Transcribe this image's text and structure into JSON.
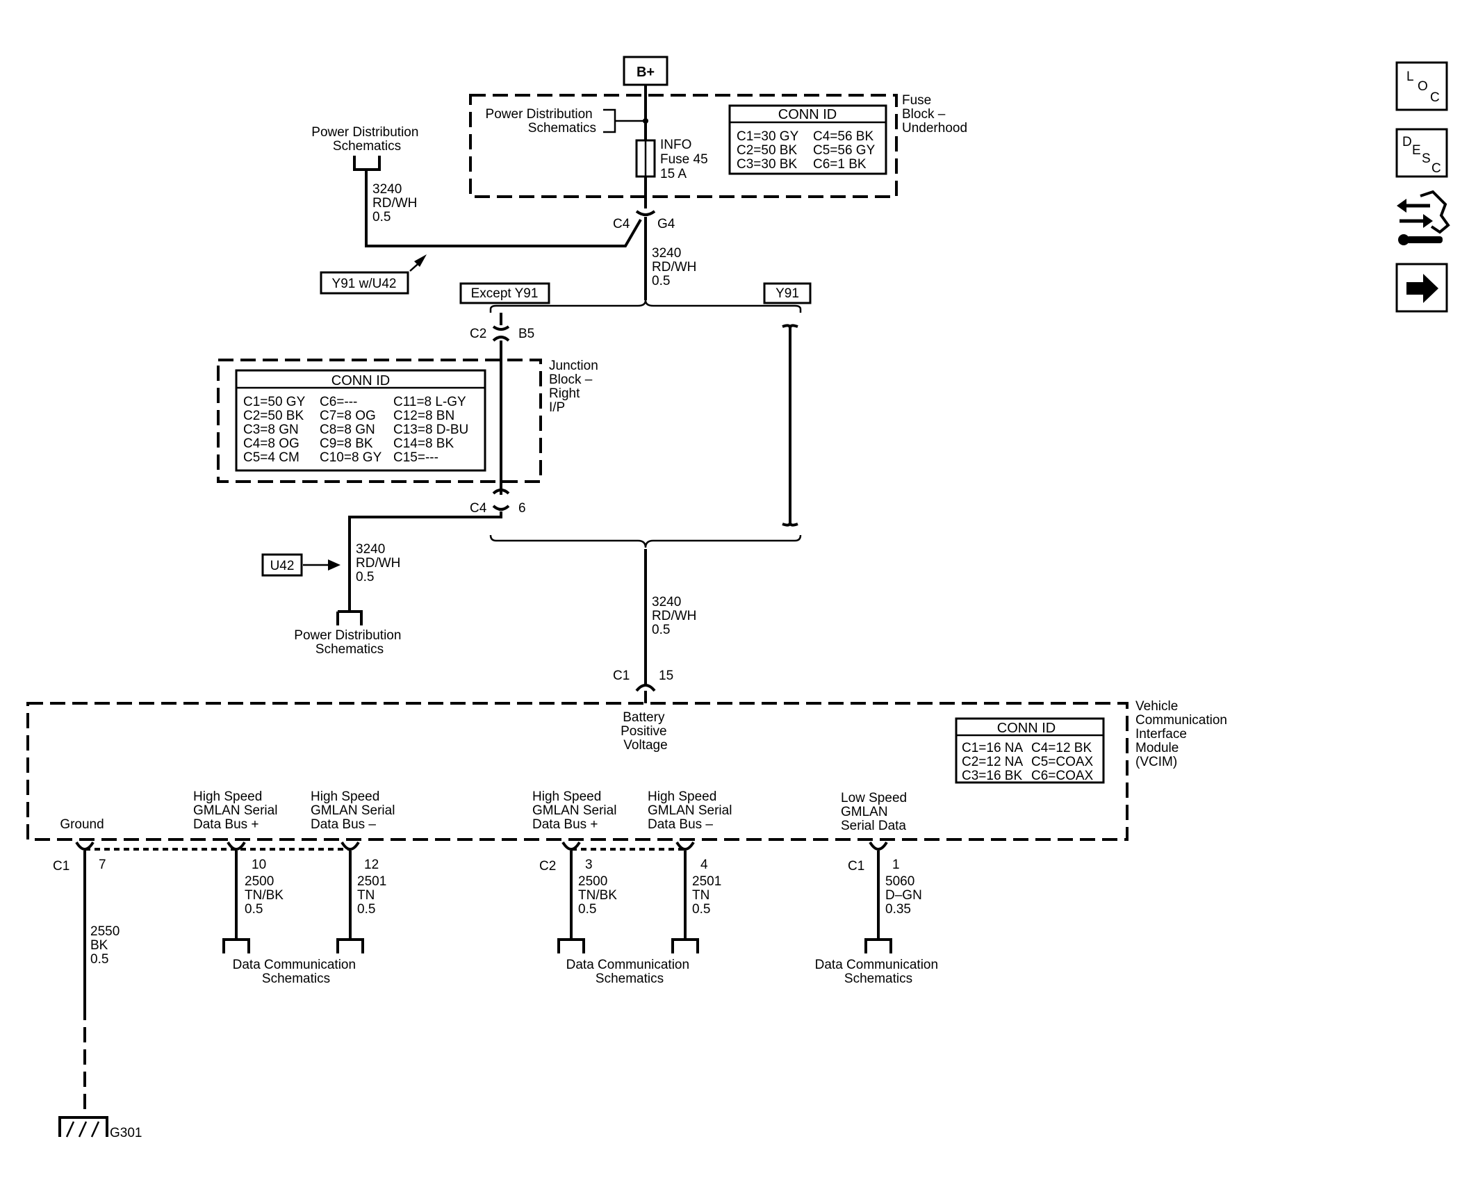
{
  "top": {
    "bplus": "B+",
    "power_dist_left": [
      "Power Distribution",
      "Schematics"
    ],
    "power_dist_inner": [
      "Power Distribution",
      "Schematics"
    ],
    "fuse_block_label": [
      "Fuse",
      "Block –",
      "Underhood"
    ],
    "fuse_info": [
      "INFO",
      "Fuse 45",
      "15 A"
    ],
    "wire_left": [
      "3240",
      "RD/WH",
      "0.5"
    ],
    "wire_mid": [
      "3240",
      "RD/WH",
      "0.5"
    ],
    "conn_c4": "C4",
    "conn_g4": "G4",
    "y91_u42": "Y91 w/U42",
    "except_y91": "Except Y91",
    "y91": "Y91"
  },
  "fuse_conn": {
    "title": "CONN ID",
    "rows": [
      [
        "C1=30 GY",
        "C4=56 BK"
      ],
      [
        "C2=50 BK",
        "C5=56 GY"
      ],
      [
        "C3=30 BK",
        "C6=1 BK"
      ]
    ]
  },
  "junction": {
    "label": [
      "Junction",
      "Block –",
      "Right",
      "I/P"
    ],
    "conn_c2": "C2",
    "conn_b5": "B5",
    "conn_c4": "C4",
    "conn_6": "6",
    "title": "CONN ID",
    "rows": [
      [
        "C1=50 GY",
        "C6=---",
        "C11=8 L-GY"
      ],
      [
        "C2=50 BK",
        "C7=8 OG",
        "C12=8 BN"
      ],
      [
        "C3=8 GN",
        "C8=8 GN",
        "C13=8 D-BU"
      ],
      [
        "C4=8 OG",
        "C9=8 BK",
        "C14=8 BK"
      ],
      [
        "C5=4 CM",
        "C10=8 GY",
        "C15=---"
      ]
    ]
  },
  "u42": {
    "tag": "U42",
    "wire": [
      "3240",
      "RD/WH",
      "0.5"
    ],
    "dest": [
      "Power Distribution",
      "Schematics"
    ]
  },
  "main_wire": [
    "3240",
    "RD/WH",
    "0.5"
  ],
  "vcim": {
    "conn_c1": "C1",
    "pin_15": "15",
    "battery": [
      "Battery",
      "Positive",
      "Voltage"
    ],
    "label": [
      "Vehicle",
      "Communication",
      "Interface",
      "Module",
      "(VCIM)"
    ],
    "conn_title": "CONN ID",
    "conn_rows": [
      [
        "C1=16 NA",
        "C4=12 BK"
      ],
      [
        "C2=12 NA",
        "C5=COAX"
      ],
      [
        "C3=16 BK",
        "C6=COAX"
      ]
    ],
    "pins": {
      "ground": {
        "name": [
          "Ground"
        ],
        "conn": "C1",
        "pin": "7",
        "wire": [
          "2550",
          "BK",
          "0.5"
        ]
      },
      "hs1_plus": {
        "name": [
          "High Speed",
          "GMLAN Serial",
          "Data Bus +"
        ],
        "pin": "10",
        "wire": [
          "2500",
          "TN/BK",
          "0.5"
        ]
      },
      "hs1_minus": {
        "name": [
          "High Speed",
          "GMLAN Serial",
          "Data Bus –"
        ],
        "pin": "12",
        "wire": [
          "2501",
          "TN",
          "0.5"
        ]
      },
      "hs2_plus": {
        "name": [
          "High Speed",
          "GMLAN Serial",
          "Data Bus +"
        ],
        "conn": "C2",
        "pin": "3",
        "wire": [
          "2500",
          "TN/BK",
          "0.5"
        ]
      },
      "hs2_minus": {
        "name": [
          "High Speed",
          "GMLAN Serial",
          "Data Bus –"
        ],
        "pin": "4",
        "wire": [
          "2501",
          "TN",
          "0.5"
        ]
      },
      "ls": {
        "name": [
          "Low Speed",
          "GMLAN",
          "Serial Data"
        ],
        "conn": "C1",
        "pin": "1",
        "wire": [
          "5060",
          "D–GN",
          "0.35"
        ]
      }
    },
    "dest_dc": [
      "Data Communication",
      "Schematics"
    ],
    "ground_id": "G301"
  },
  "nav": {
    "loc": [
      "L",
      "O",
      "C"
    ],
    "desc": [
      "D",
      "E",
      "S",
      "C"
    ],
    "icons": [
      "wrench-arrows-icon",
      "arrow-right-icon"
    ]
  }
}
